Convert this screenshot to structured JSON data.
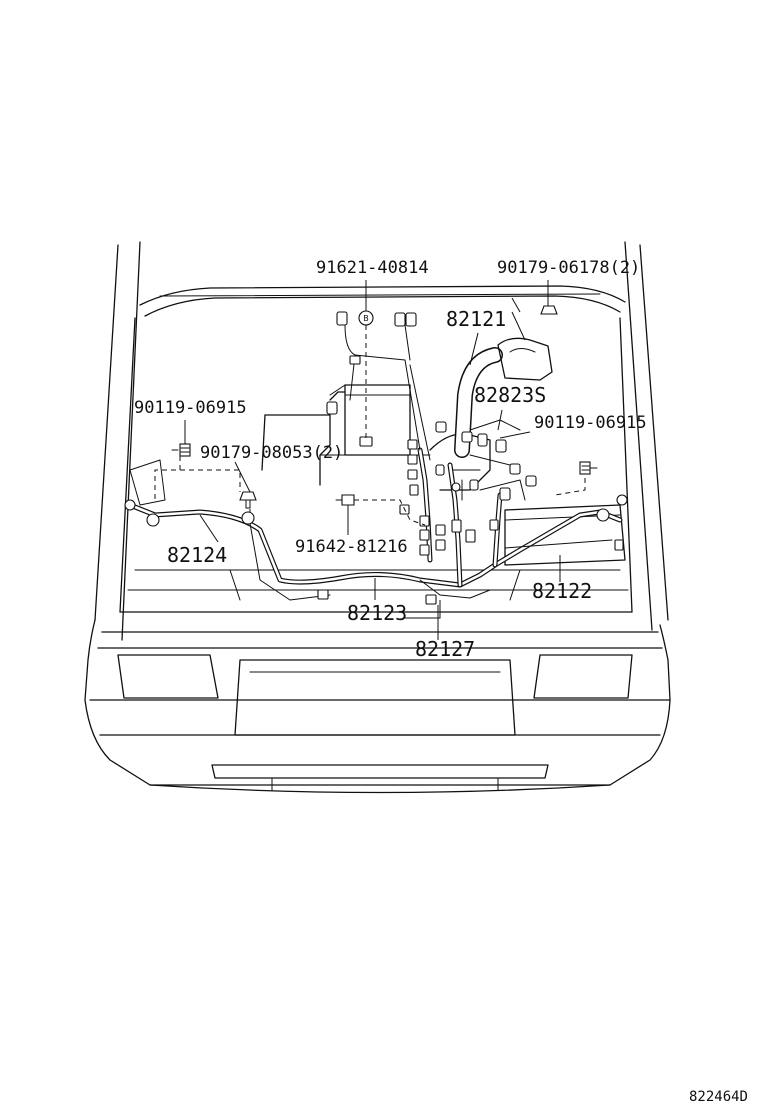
{
  "diagram": {
    "parts": {
      "p91621": "91621-40814",
      "p90179a": "90179-06178(2)",
      "p82121": "82121",
      "p82823s": "82823S",
      "p90119a": "90119-06915",
      "p90119b": "90119-06915",
      "p90179b": "90179-08053(2)",
      "p91642": "91642-81216",
      "p82124": "82124",
      "p82122": "82122",
      "p82123": "82123",
      "p82127": "82127"
    },
    "marker_b": "B",
    "drawing_code": "822464D"
  }
}
